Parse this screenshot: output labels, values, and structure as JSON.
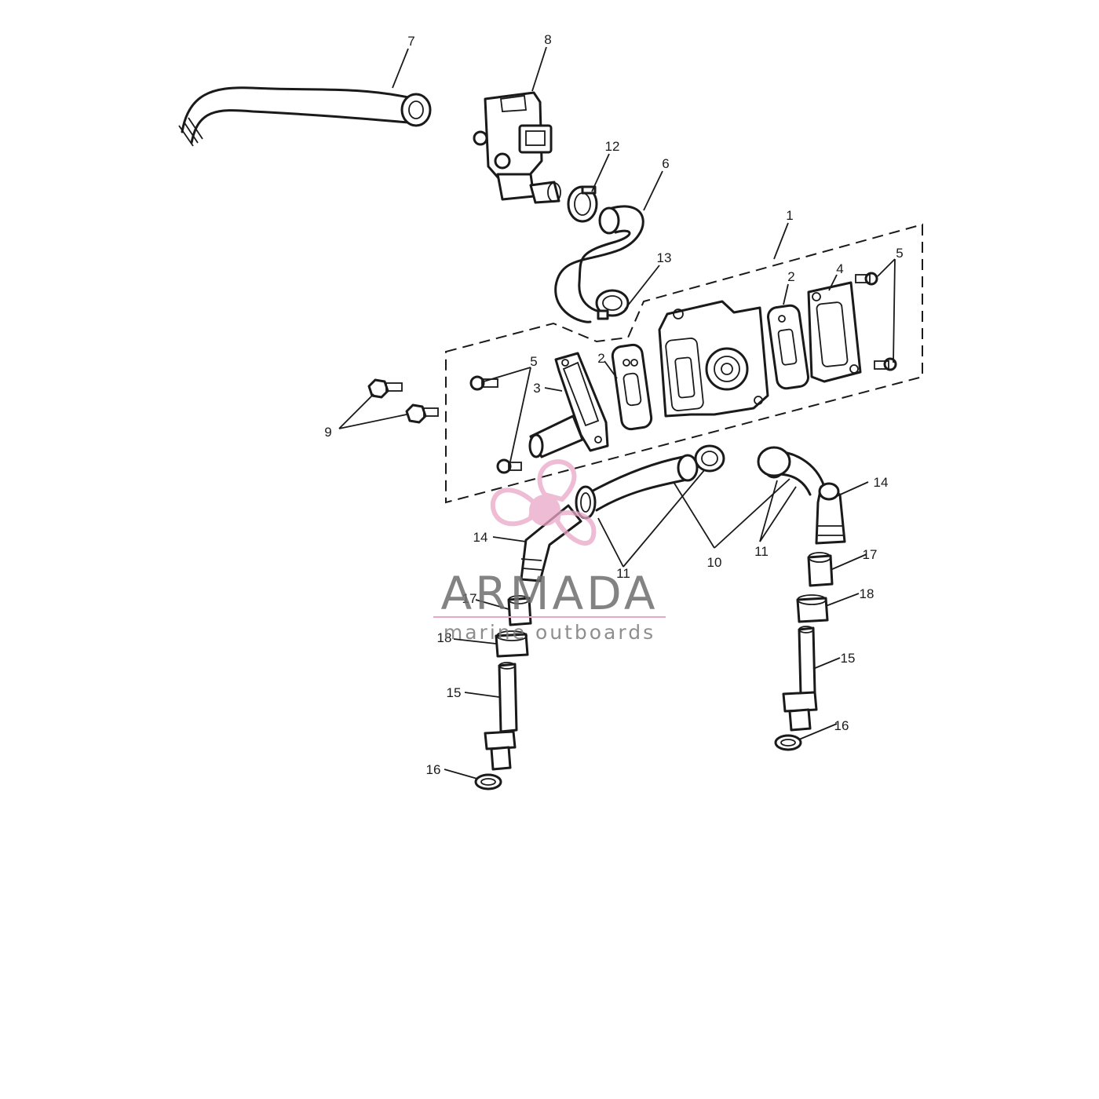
{
  "callouts": {
    "c1": "1",
    "c2a": "2",
    "c2b": "2",
    "c3": "3",
    "c4": "4",
    "c5a": "5",
    "c5b": "5",
    "c6": "6",
    "c7": "7",
    "c8": "8",
    "c9": "9",
    "c10": "10",
    "c11a": "11",
    "c11b": "11",
    "c12": "12",
    "c13": "13",
    "c14a": "14",
    "c14b": "14",
    "c15a": "15",
    "c15b": "15",
    "c16a": "16",
    "c16b": "16",
    "c17a": "17",
    "c17b": "17",
    "c18a": "18",
    "c18b": "18"
  },
  "watermark": {
    "brand": "ARMADA",
    "tagline": "marine outboards",
    "logo_color": "#e9a6c6",
    "text_color": "#6d6d6d"
  }
}
